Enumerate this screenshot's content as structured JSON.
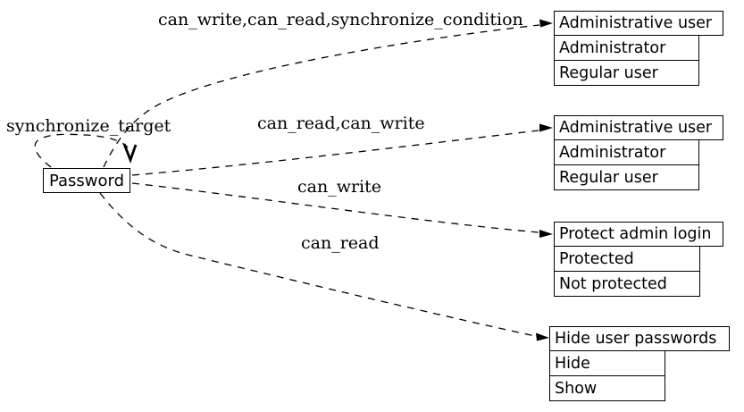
{
  "diagram": {
    "source_node": {
      "label": "Password"
    },
    "self_edge": {
      "label": "synchronize_target"
    },
    "edges": [
      {
        "label": "can_write,can_read,synchronize_condition",
        "target_header": "Administrative user"
      },
      {
        "label": "can_read,can_write",
        "target_header": "Administrative user"
      },
      {
        "label": "can_write",
        "target_header": "Protect admin login"
      },
      {
        "label": "can_read",
        "target_header": "Hide user passwords"
      }
    ],
    "tables": [
      {
        "header": "Administrative user",
        "rows": [
          "Administrator",
          "Regular user"
        ]
      },
      {
        "header": "Administrative user",
        "rows": [
          "Administrator",
          "Regular user"
        ]
      },
      {
        "header": "Protect admin login",
        "rows": [
          "Protected",
          "Not protected"
        ]
      },
      {
        "header": "Hide user passwords",
        "rows": [
          "Hide",
          "Show"
        ]
      }
    ],
    "colors": {
      "stroke": "#000000",
      "background": "#ffffff",
      "text": "#000000"
    }
  }
}
